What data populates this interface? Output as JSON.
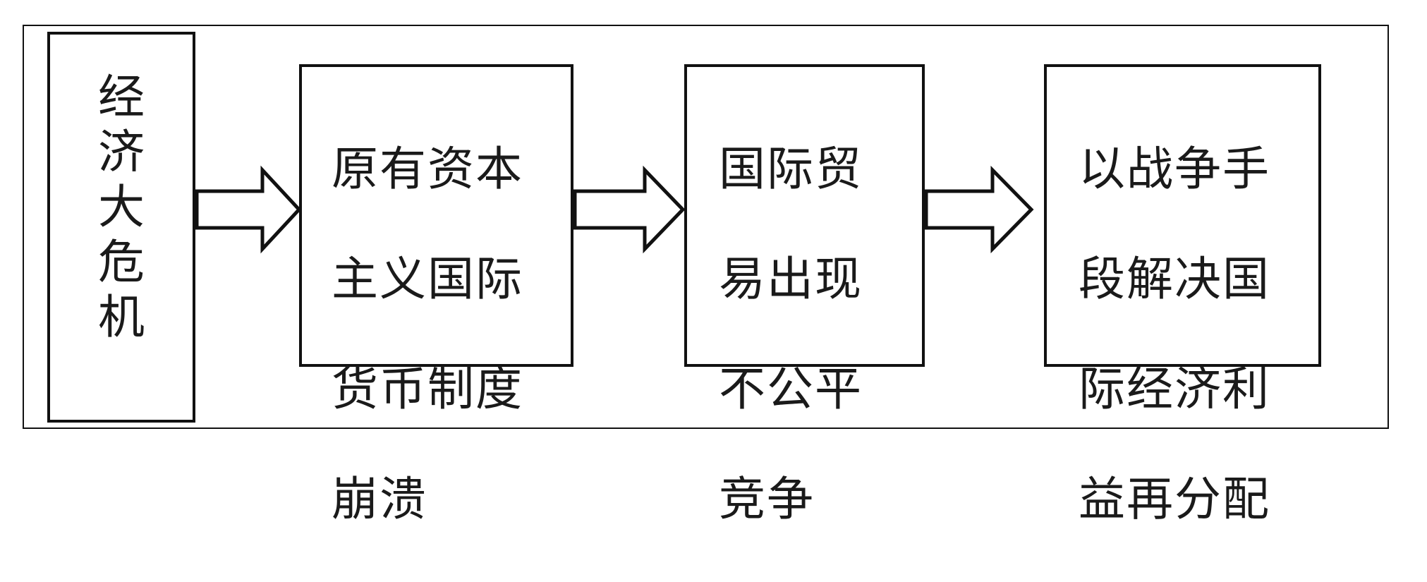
{
  "nodes": [
    {
      "label": "经济大危机"
    },
    {
      "label": "原有资本主义国际货币制度崩溃"
    },
    {
      "label": "国际贸易出现不公平竞争"
    },
    {
      "label": "以战争手段解决国际经济利益再分配"
    }
  ],
  "node_lines": [
    [
      "经",
      "济",
      "大",
      "危",
      "机"
    ],
    [
      "原有资本",
      "主义国际",
      "货币制度",
      "崩溃"
    ],
    [
      "国际贸",
      "易出现",
      "不公平",
      "竞争"
    ],
    [
      "以战争手",
      "段解决国",
      "际经济利",
      "益再分配"
    ]
  ],
  "edges": [
    {
      "from": 0,
      "to": 1
    },
    {
      "from": 1,
      "to": 2
    },
    {
      "from": 2,
      "to": 3
    }
  ]
}
